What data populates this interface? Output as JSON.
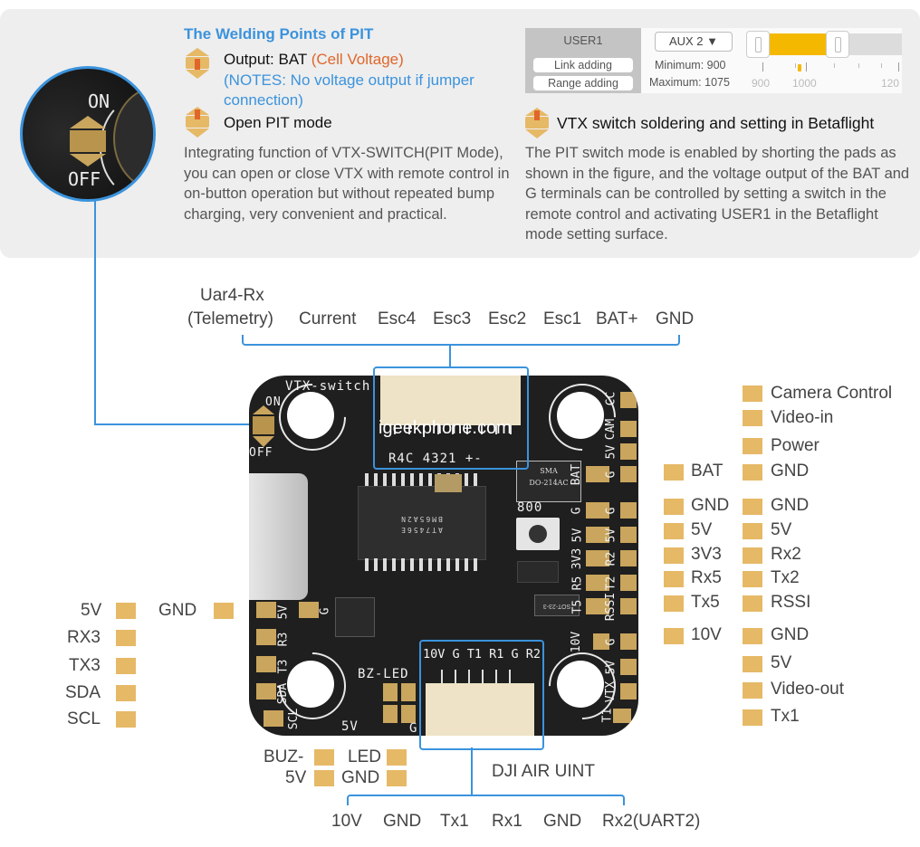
{
  "pit_section": {
    "title": "The Welding Points of PIT",
    "output_label": "Output: BAT",
    "output_note_orange": "(Cell Voltage)",
    "output_note_blue": "(NOTES: No voltage output if jumper connection)",
    "open_pit_label": "Open PIT mode",
    "description": "Integrating function of VTX-SWITCH(PIT Mode), you can open or close VTX with remote control in on-button operation but without repeated bump charging, very convenient and practical.",
    "zoom_on": "ON",
    "zoom_off": "OFF"
  },
  "betaflight_panel": {
    "mode_name": "USER1",
    "link_adding": "Link adding",
    "range_adding": "Range adding",
    "aux_select": "AUX 2 ▼",
    "minimum_label": "Minimum: 900",
    "maximum_label": "Maximum: 1075",
    "range_min": 900,
    "range_max": 1075,
    "scale_ticks": [
      "900",
      "1000",
      "120"
    ],
    "accent_color": "#f5b800"
  },
  "vtx_section": {
    "title": "VTX switch soldering and setting in Betaflight",
    "description": "The PIT switch mode is enabled by shorting the pads as shown in the figure, and the voltage output of the BAT and G terminals can be controlled by setting a switch in the remote control and activating USER1 in the Betaflight mode setting surface."
  },
  "top_connector": {
    "labels_line1": "Uar4-Rx",
    "labels": [
      "(Telemetry)",
      "Current",
      "Esc4",
      "Esc3",
      "Esc2",
      "Esc1",
      "BAT+",
      "GND"
    ],
    "silk": "R4C 4321 +-"
  },
  "board": {
    "vtx_switch": "VTX-switch",
    "on": "ON",
    "off": "OFF",
    "watermark": "igeekphone.com",
    "sma": "SMA\nDO-214AC",
    "sma_line1": "SMA",
    "sma_line2": "DO-214AC",
    "button_label": "800",
    "chip_line1": "BM65A2N",
    "chip_line2": "AT7456E",
    "sot": "SOT-23-3",
    "bz_led": "BZ-LED",
    "five_v": "5V",
    "g": "G",
    "bottom_conn_silk": "10V G T1 R1 G R2",
    "right_silk_inner": [
      "BAT",
      "G",
      "5V",
      "3V3",
      "R5",
      "T5",
      "10V"
    ],
    "right_silk_outer": [
      "CC",
      "CAM",
      "5V",
      "G",
      "G",
      "5V",
      "R2",
      "T2",
      "RSSI",
      "G",
      "5V",
      "VTX",
      "T1"
    ],
    "left_silk": [
      "5V",
      "R3",
      "T3",
      "SDA",
      "SCL",
      "G"
    ]
  },
  "right_pins": {
    "outer": [
      "Camera Control",
      "Video-in",
      "Power",
      "GND",
      "GND",
      "5V",
      "Rx2",
      "Tx2",
      "RSSI",
      "GND",
      "5V",
      "Video-out",
      "Tx1"
    ],
    "inner": [
      "BAT",
      "GND",
      "5V",
      "3V3",
      "Rx5",
      "Tx5",
      "10V"
    ]
  },
  "left_pins": {
    "column": [
      "5V",
      "RX3",
      "TX3",
      "SDA",
      "SCL"
    ],
    "gnd": "GND"
  },
  "bz_led_pins": {
    "buz": "BUZ-",
    "led": "LED",
    "five_v": "5V",
    "gnd": "GND"
  },
  "dji_connector": {
    "title": "DJI AIR UINT",
    "labels": [
      "10V",
      "GND",
      "Tx1",
      "Rx1",
      "GND",
      "Rx2(UART2)"
    ]
  },
  "colors": {
    "pad": "#e6b967",
    "line": "#3b93dd",
    "pcb": "#1f1f1f"
  }
}
